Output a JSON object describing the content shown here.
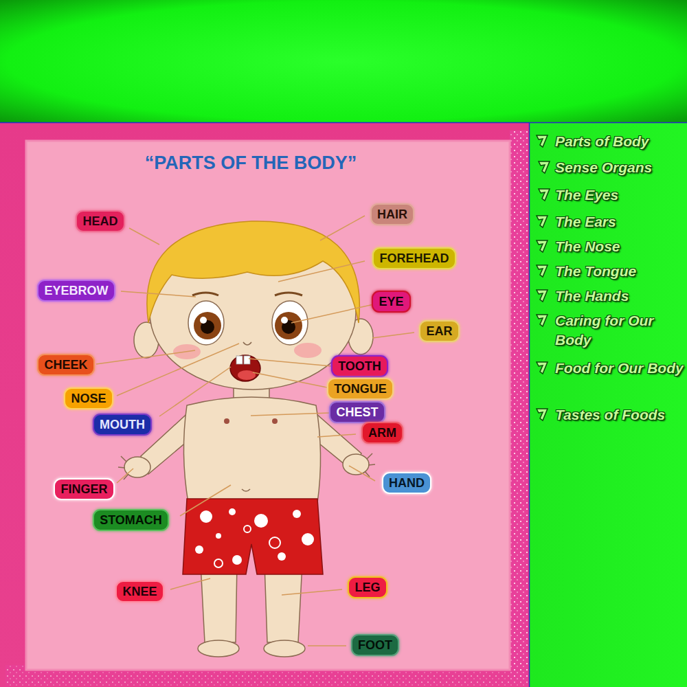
{
  "diagram": {
    "title": "“PARTS OF THE BODY”",
    "nodes": [
      {
        "text": [
          "HEAD"
        ]
      },
      {
        "text": [
          "HAIR"
        ]
      },
      {
        "text": [
          "FOREHEAD"
        ]
      },
      {
        "text": [
          "EYEBROW"
        ]
      },
      {
        "text": [
          "EYE"
        ]
      },
      {
        "text": [
          "EAR"
        ]
      },
      {
        "text": [
          "CHEEK"
        ]
      },
      {
        "text": [
          "TOOTH"
        ]
      },
      {
        "text": [
          "TONGUE"
        ]
      },
      {
        "text": [
          "NOSE"
        ]
      },
      {
        "text": [
          "CHEST"
        ]
      },
      {
        "text": [
          "MOUTH"
        ]
      },
      {
        "text": [
          "ARM"
        ]
      },
      {
        "text": [
          "FINGER"
        ]
      },
      {
        "text": [
          "HAND"
        ]
      },
      {
        "text": [
          "STOMACH"
        ]
      },
      {
        "text": [
          "KNEE"
        ]
      },
      {
        "text": [
          "LEG"
        ]
      },
      {
        "text": [
          "FOOT"
        ]
      }
    ],
    "labels": [
      "Parts of Body",
      "Sense Organs",
      "The Eyes",
      "The Ears",
      "The Nose",
      "The Tongue",
      "The Hands",
      "Caring for Our Body",
      "Food for Our Body",
      "Tastes of Foods"
    ]
  }
}
